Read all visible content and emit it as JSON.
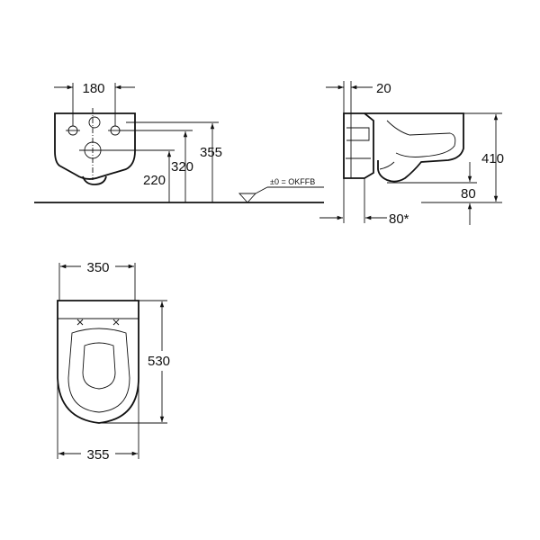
{
  "front_view": {
    "width_label": "180",
    "height_labels": [
      "355",
      "320",
      "220"
    ]
  },
  "reference": {
    "label": "±0 = OKFFB"
  },
  "side_view": {
    "depth_label": "20",
    "height_label": "410",
    "bottom_label": "80",
    "clearance_label": "80*"
  },
  "top_view": {
    "top_width_label": "350",
    "length_label": "530",
    "bottom_width_label": "355"
  },
  "colors": {
    "line": "#111111",
    "background": "#ffffff"
  }
}
